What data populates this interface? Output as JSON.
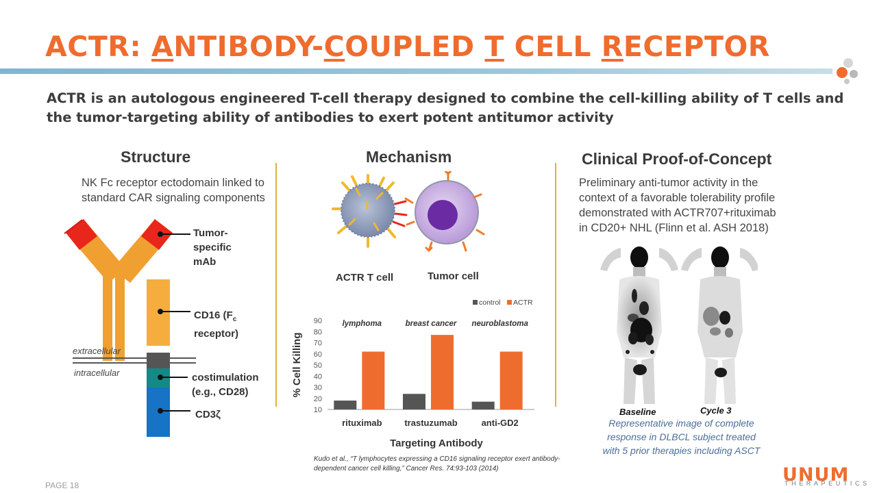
{
  "header": {
    "title_parts": [
      "ACTR: ",
      "A",
      "NTIBODY-",
      "C",
      "OUPLED ",
      "T",
      " CELL ",
      "R",
      "ECEPTOR"
    ],
    "subtitle": "ACTR is an autologous engineered T-cell therapy designed to combine the cell-killing ability of T cells and the tumor-targeting ability of antibodies to exert potent antitumor activity"
  },
  "structure": {
    "heading": "Structure",
    "description": "NK Fc receptor ectodomain linked to standard CAR signaling components",
    "labels": {
      "mab": "Tumor- specific mAb",
      "cd16": "CD16 (F",
      "cd16_sub": "c",
      "cd16_rest": "receptor)",
      "extracellular": "extracellular",
      "intracellular": "intracellular",
      "costim": "costimulation (e.g., CD28)",
      "cd3": "CD3ζ"
    },
    "colors": {
      "orange": "#f0a030",
      "red": "#e8261c",
      "gray": "#555555",
      "teal": "#138a86",
      "blue": "#1673c6"
    }
  },
  "mechanism": {
    "heading": "Mechanism",
    "actr_label": "ACTR T cell",
    "tumor_label": "Tumor cell"
  },
  "chart_data": {
    "type": "bar",
    "categories": [
      "rituximab",
      "trastuzumab",
      "anti-GD2"
    ],
    "group_labels": [
      "lymphoma",
      "breast cancer",
      "neuroblastoma"
    ],
    "series": [
      {
        "name": "control",
        "values": [
          18,
          24,
          17
        ],
        "color": "#555555"
      },
      {
        "name": "ACTR",
        "values": [
          62,
          77,
          62
        ],
        "color": "#ef6c2f"
      }
    ],
    "xlabel": "Targeting Antibody",
    "ylabel": "% Cell Killing",
    "ylim": [
      10,
      90
    ],
    "yticks": [
      10,
      20,
      30,
      40,
      50,
      60,
      70,
      80,
      90
    ],
    "legend": "top-right"
  },
  "clinical": {
    "heading": "Clinical Proof-of-Concept",
    "description": "Preliminary anti-tumor activity in the context of a favorable tolerability profile demonstrated with ACTR707+rituximab in CD20+ NHL (Flinn et al. ASH 2018)",
    "baseline": "Baseline",
    "cycle": "Cycle 3",
    "caption": "Representative image of complete response in DLBCL subject treated with 5 prior therapies including ASCT"
  },
  "footer": {
    "citation": "Kudo et al., “T lymphocytes expressing a CD16 signaling receptor exert antibody-dependent cancer cell killing,” Cancer Res. 74:93-103 (2014)",
    "page": "PAGE 18",
    "logo": "UNUM",
    "logo_sub": "THERAPEUTICS"
  }
}
